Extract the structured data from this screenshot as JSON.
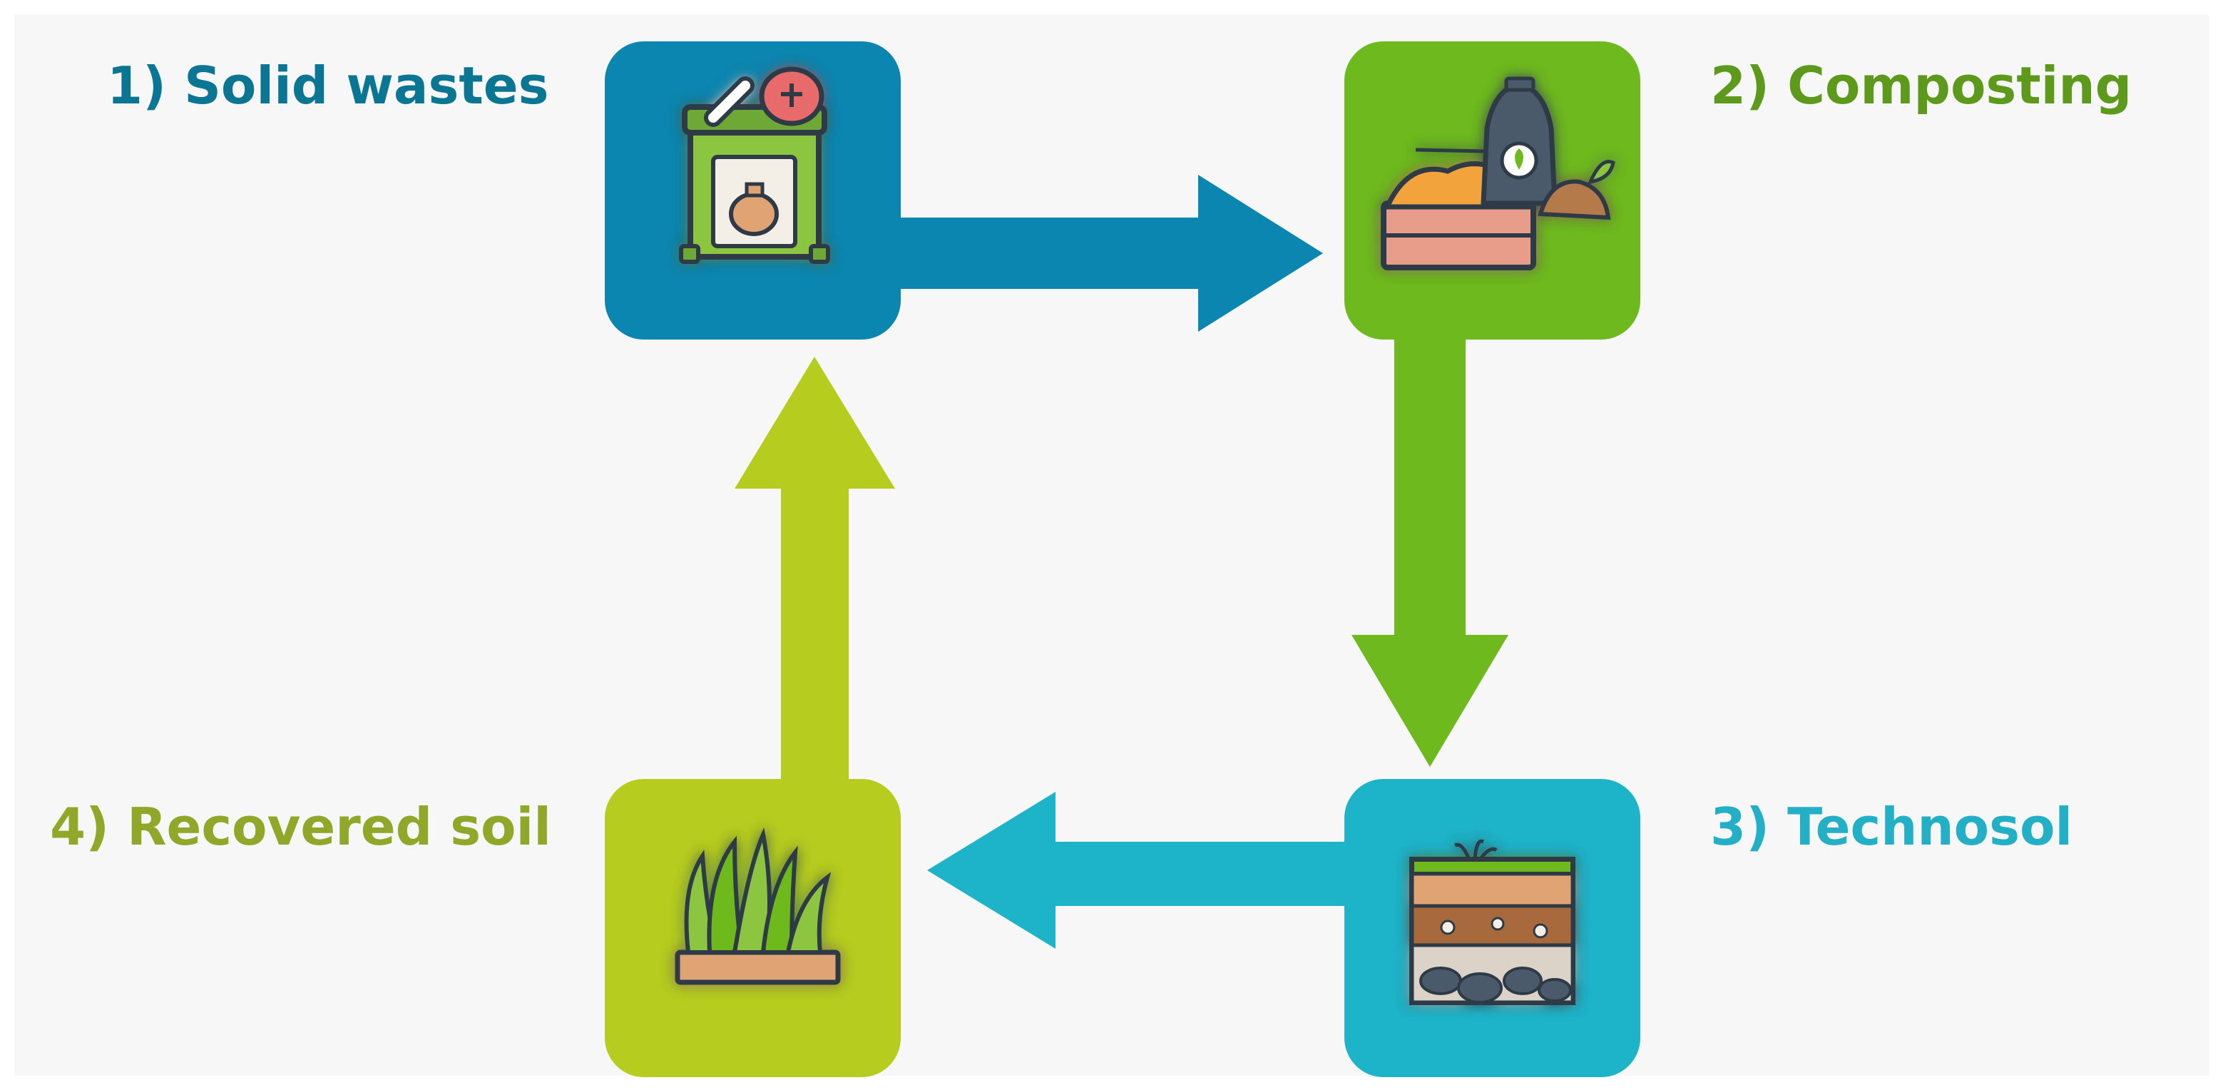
{
  "stages": [
    {
      "label": "1) Solid wastes",
      "color": "#0a7694",
      "box_color": "#0b86b0",
      "icon": "waste-bin-icon"
    },
    {
      "label": "2) Composting",
      "color": "#5d9a1c",
      "box_color": "#6eb91d",
      "icon": "compost-icon"
    },
    {
      "label": "3) Technosol",
      "color": "#23b0c6",
      "box_color": "#1db3c8",
      "icon": "soil-layers-icon"
    },
    {
      "label": "4) Recovered soil",
      "color": "#8fa82a",
      "box_color": "#b6cc1e",
      "icon": "grass-icon"
    }
  ],
  "arrows": [
    {
      "from": "1) Solid wastes",
      "to": "2) Composting",
      "color": "#0b86b0"
    },
    {
      "from": "2) Composting",
      "to": "3) Technosol",
      "color": "#6eb91d"
    },
    {
      "from": "3) Technosol",
      "to": "4) Recovered soil",
      "color": "#1db3c8"
    },
    {
      "from": "4) Recovered soil",
      "to": "1) Solid wastes",
      "color": "#b6cc1e"
    }
  ]
}
